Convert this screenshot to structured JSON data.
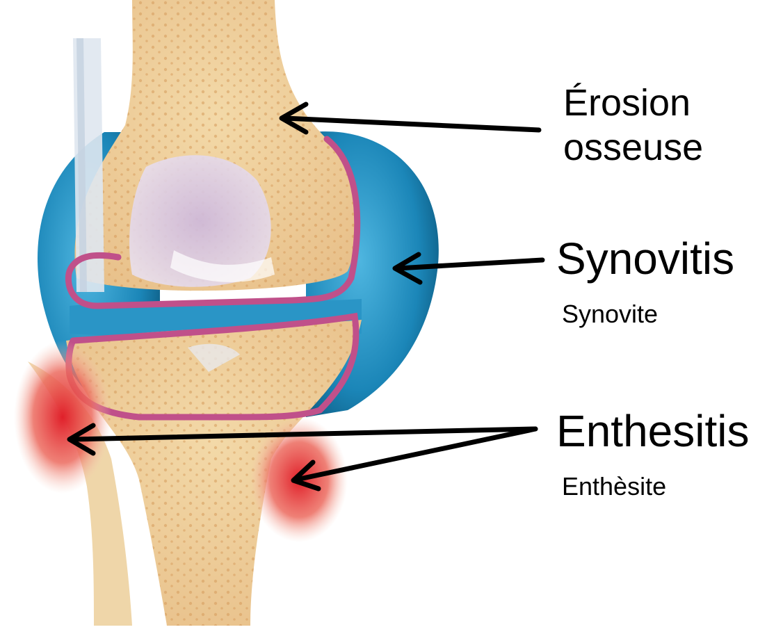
{
  "labels": {
    "bone_erosion": {
      "line1": "Érosion",
      "line2": "osseuse"
    },
    "synovitis": {
      "title": "Synovitis",
      "subtitle": "Synovite"
    },
    "enthesitis": {
      "title": "Enthesitis",
      "subtitle": "Enthèsite"
    }
  },
  "colors": {
    "synovium": "#1f8fc0",
    "capsule_line": "#c0508a",
    "bone": "#f0d2a0",
    "inflammation": "#e53030",
    "arrow": "#000000"
  }
}
